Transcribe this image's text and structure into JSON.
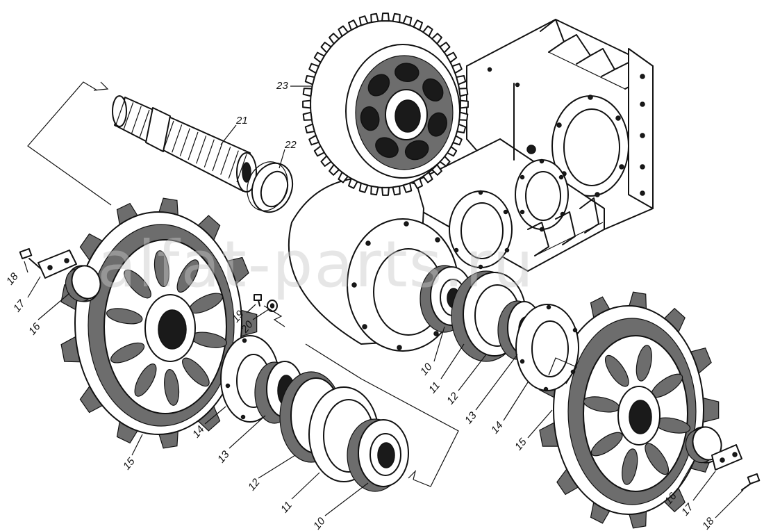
{
  "watermark": "alfat-parts.ru",
  "callouts": [
    {
      "id": "c23",
      "text": "23"
    },
    {
      "id": "c21",
      "text": "21"
    },
    {
      "id": "c22",
      "text": "22"
    },
    {
      "id": "c18l",
      "text": "18"
    },
    {
      "id": "c17l",
      "text": "17"
    },
    {
      "id": "c16l",
      "text": "16"
    },
    {
      "id": "c19",
      "text": "19"
    },
    {
      "id": "c20",
      "text": "20"
    },
    {
      "id": "c15l",
      "text": "15"
    },
    {
      "id": "c14l",
      "text": "14"
    },
    {
      "id": "c13l",
      "text": "13"
    },
    {
      "id": "c12l",
      "text": "12"
    },
    {
      "id": "c11l",
      "text": "11"
    },
    {
      "id": "c10l",
      "text": "10"
    },
    {
      "id": "c10r",
      "text": "10"
    },
    {
      "id": "c11r",
      "text": "11"
    },
    {
      "id": "c12r",
      "text": "12"
    },
    {
      "id": "c13r",
      "text": "13"
    },
    {
      "id": "c14r",
      "text": "14"
    },
    {
      "id": "c15r",
      "text": "15"
    },
    {
      "id": "c16r",
      "text": "16"
    },
    {
      "id": "c17r",
      "text": "17"
    },
    {
      "id": "c18r",
      "text": "18"
    }
  ]
}
